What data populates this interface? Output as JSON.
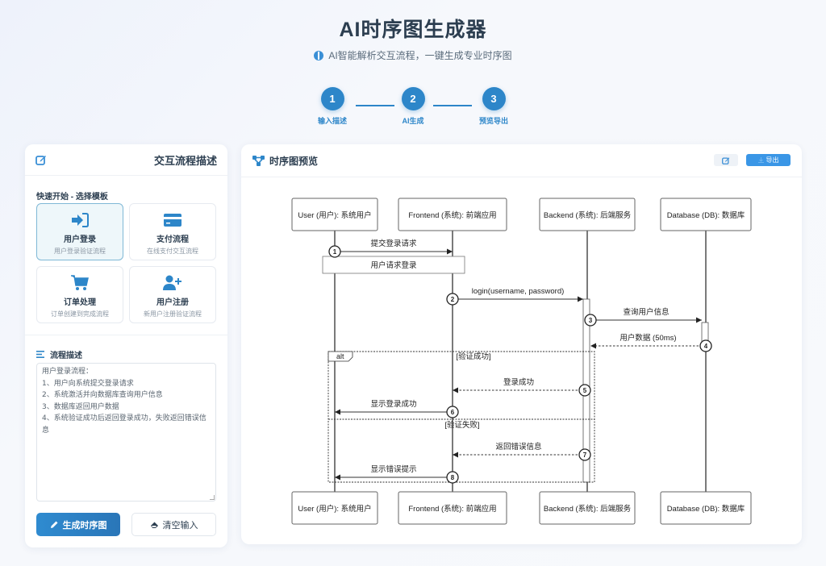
{
  "header": {
    "title": "AI时序图生成器",
    "subtitle": "AI智能解析交互流程，一键生成专业时序图",
    "steps": [
      {
        "number": "1",
        "label": "输入描述"
      },
      {
        "number": "2",
        "label": "AI生成"
      },
      {
        "number": "3",
        "label": "预览导出"
      }
    ]
  },
  "left": {
    "title": "交互流程描述",
    "quick_start_label": "快速开始 - 选择模板",
    "templates": [
      {
        "name": "用户登录",
        "desc": "用户登录验证流程",
        "icon": "sign-in-icon",
        "active": true
      },
      {
        "name": "支付流程",
        "desc": "在线支付交互流程",
        "icon": "credit-card-icon",
        "active": false
      },
      {
        "name": "订单处理",
        "desc": "订单创建到完成流程",
        "icon": "shopping-cart-icon",
        "active": false
      },
      {
        "name": "用户注册",
        "desc": "新用户注册验证流程",
        "icon": "user-plus-icon",
        "active": false
      }
    ],
    "description_label": "流程描述",
    "description_value": "用户登录流程：\n1、用户向系统提交登录请求\n2、系统激活并向数据库查询用户信息\n3、数据库返回用户数据\n4、系统验证成功后返回登录成功，失败返回错误信息",
    "generate_button": "生成时序图",
    "clear_button": "清空输入"
  },
  "right": {
    "title": "时序图预览",
    "export_button": "导出"
  },
  "diagram": {
    "participants": [
      "User (用户): 系统用户",
      "Frontend (系统): 前端应用",
      "Backend (系统): 后端服务",
      "Database (DB): 数据库"
    ],
    "messages": [
      {
        "n": "1",
        "from": 0,
        "to": 1,
        "label": "提交登录请求",
        "dashed": false
      },
      {
        "n": "2",
        "from": 1,
        "to": 2,
        "label": "login(username, password)",
        "dashed": false
      },
      {
        "n": "3",
        "from": 2,
        "to": 3,
        "label": "查询用户信息",
        "dashed": false
      },
      {
        "n": "4",
        "from": 3,
        "to": 2,
        "label": "用户数据 (50ms)",
        "dashed": true
      },
      {
        "n": "5",
        "from": 2,
        "to": 1,
        "label": "登录成功",
        "dashed": true
      },
      {
        "n": "6",
        "from": 1,
        "to": 0,
        "label": "显示登录成功",
        "dashed": false
      },
      {
        "n": "7",
        "from": 2,
        "to": 1,
        "label": "返回错误信息",
        "dashed": true
      },
      {
        "n": "8",
        "from": 1,
        "to": 0,
        "label": "显示错误提示",
        "dashed": false
      }
    ],
    "note": "用户请求登录",
    "alt": {
      "keyword": "alt",
      "condition1": "[验证成功]",
      "condition2": "[验证失败]"
    }
  },
  "colors": {
    "primary": "#2d86c9",
    "export": "#3a96e6",
    "active_template_bg": "#eef7fa"
  }
}
